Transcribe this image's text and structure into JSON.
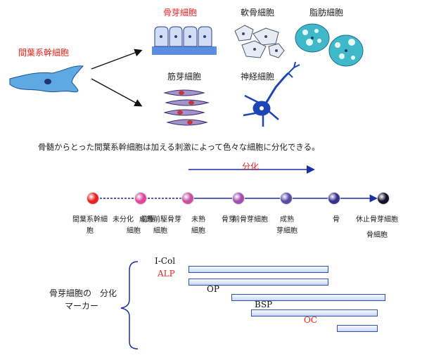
{
  "source_cell": {
    "label": "間葉系幹細胞"
  },
  "cell_types": {
    "osteoblast": "骨芽細胞",
    "chondrocyte": "軟骨細胞",
    "adipocyte": "脂肪細胞",
    "myoblast": "筋芽細胞",
    "neuron": "神経細胞"
  },
  "description": "骨髄からとった間葉系幹細胞は加える刺激によって色々な細胞に分化できる。",
  "differentiation_label": "分化",
  "stages": [
    {
      "label_lines": [
        "間葉系幹細",
        "胞"
      ],
      "color": "#e8231e"
    },
    {
      "label_lines": [
        "未分化　前駆",
        "細胞"
      ],
      "color": "#e0459a"
    },
    {
      "label_lines": [
        "成熟前駆骨芽",
        "細胞"
      ],
      "color": "#c8509e"
    },
    {
      "label_lines": [
        "未熟",
        "細胞"
      ],
      "color": "#a24db0"
    },
    {
      "label_lines": [
        "骨芽",
        ""
      ],
      "color": "#7850b4"
    },
    {
      "label_lines": [
        "前骨芽細胞",
        ""
      ],
      "color": "#5a4aa6"
    },
    {
      "label_lines": [
        "成熟",
        "芽細胞"
      ],
      "color": "#3a2e8a"
    },
    {
      "label_lines": [
        "骨",
        ""
      ],
      "color": "#2a1f5e"
    },
    {
      "label_lines": [
        "休止骨芽細胞",
        "骨細胞"
      ],
      "color": "#15112a"
    }
  ],
  "marker_title_lines": [
    "骨芽細胞の　分化",
    "マーカー"
  ],
  "markers": [
    {
      "label": "I-Col",
      "color": "#111111",
      "start": 0.0,
      "end": 0.71
    },
    {
      "label": "ALP",
      "color": "#e8231e",
      "start": 0.0,
      "end": 0.71
    },
    {
      "label": "OP",
      "color": "#111111",
      "start": 0.22,
      "end": 1.0
    },
    {
      "label": "BSP",
      "color": "#111111",
      "start": 0.32,
      "end": 0.96
    },
    {
      "label": "OC",
      "color": "#e8231e",
      "start": 0.76,
      "end": 0.96
    }
  ]
}
